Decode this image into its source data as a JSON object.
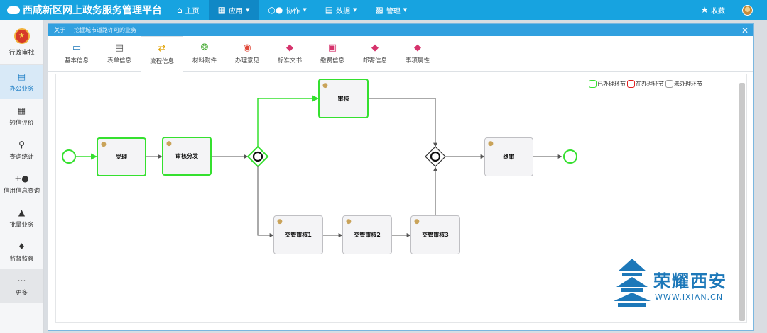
{
  "app": {
    "title": "西咸新区网上政务服务管理平台"
  },
  "nav": [
    {
      "label": "主页",
      "icon": "home-icon"
    },
    {
      "label": "应用",
      "icon": "grid-icon"
    },
    {
      "label": "协作",
      "icon": "collab-icon"
    },
    {
      "label": "数据",
      "icon": "bar-chart-icon"
    },
    {
      "label": "管理",
      "icon": "dashboard-icon"
    }
  ],
  "topRight": {
    "favorites": "收藏"
  },
  "sidebar": {
    "header": "行政审批",
    "items": [
      {
        "label": "办公业务",
        "icon": "list-icon"
      },
      {
        "label": "短信评价",
        "icon": "grid-icon"
      },
      {
        "label": "查询统计",
        "icon": "search-icon"
      },
      {
        "label": "信用信息查询",
        "icon": "user-add-icon"
      },
      {
        "label": "批量业务",
        "icon": "trend-icon"
      },
      {
        "label": "监督监察",
        "icon": "bell-icon"
      },
      {
        "label": "更多",
        "icon": "more-icon"
      }
    ]
  },
  "dialog": {
    "title": "关于",
    "subtitle": "挖掘城市道路许可的业务",
    "tabs": [
      {
        "label": "基本信息",
        "icon": "inbox-icon",
        "color": "#1d78b9"
      },
      {
        "label": "表单信息",
        "icon": "document-icon",
        "color": "#555555"
      },
      {
        "label": "流程信息",
        "icon": "shuffle-icon",
        "color": "#e0a100"
      },
      {
        "label": "材料附件",
        "icon": "paperclip-icon",
        "color": "#4cae3a"
      },
      {
        "label": "办理意见",
        "icon": "comment-icon",
        "color": "#e04a3a"
      },
      {
        "label": "标准文书",
        "icon": "tags-icon",
        "color": "#d6336c"
      },
      {
        "label": "缴费信息",
        "icon": "money-icon",
        "color": "#d6336c"
      },
      {
        "label": "邮寄信息",
        "icon": "tag-icon",
        "color": "#d6336c"
      },
      {
        "label": "事项属性",
        "icon": "tag-icon",
        "color": "#d6336c"
      }
    ]
  },
  "legend": [
    {
      "label": "已办理环节",
      "color": "#35e02f"
    },
    {
      "label": "在办理环节",
      "color": "#e02020"
    },
    {
      "label": "未办理环节",
      "color": "#999999"
    }
  ],
  "flow": {
    "nodes": [
      {
        "label": "受理",
        "status": "done"
      },
      {
        "label": "审核分发",
        "status": "done"
      },
      {
        "label": "审核",
        "status": "done"
      },
      {
        "label": "终审",
        "status": "pending"
      },
      {
        "label": "交管审核1",
        "status": "pending"
      },
      {
        "label": "交管审核2",
        "status": "pending"
      },
      {
        "label": "交管审核3",
        "status": "pending"
      }
    ]
  },
  "watermark": {
    "cn": "荣耀西安",
    "en": "WWW.IXIAN.CN"
  }
}
